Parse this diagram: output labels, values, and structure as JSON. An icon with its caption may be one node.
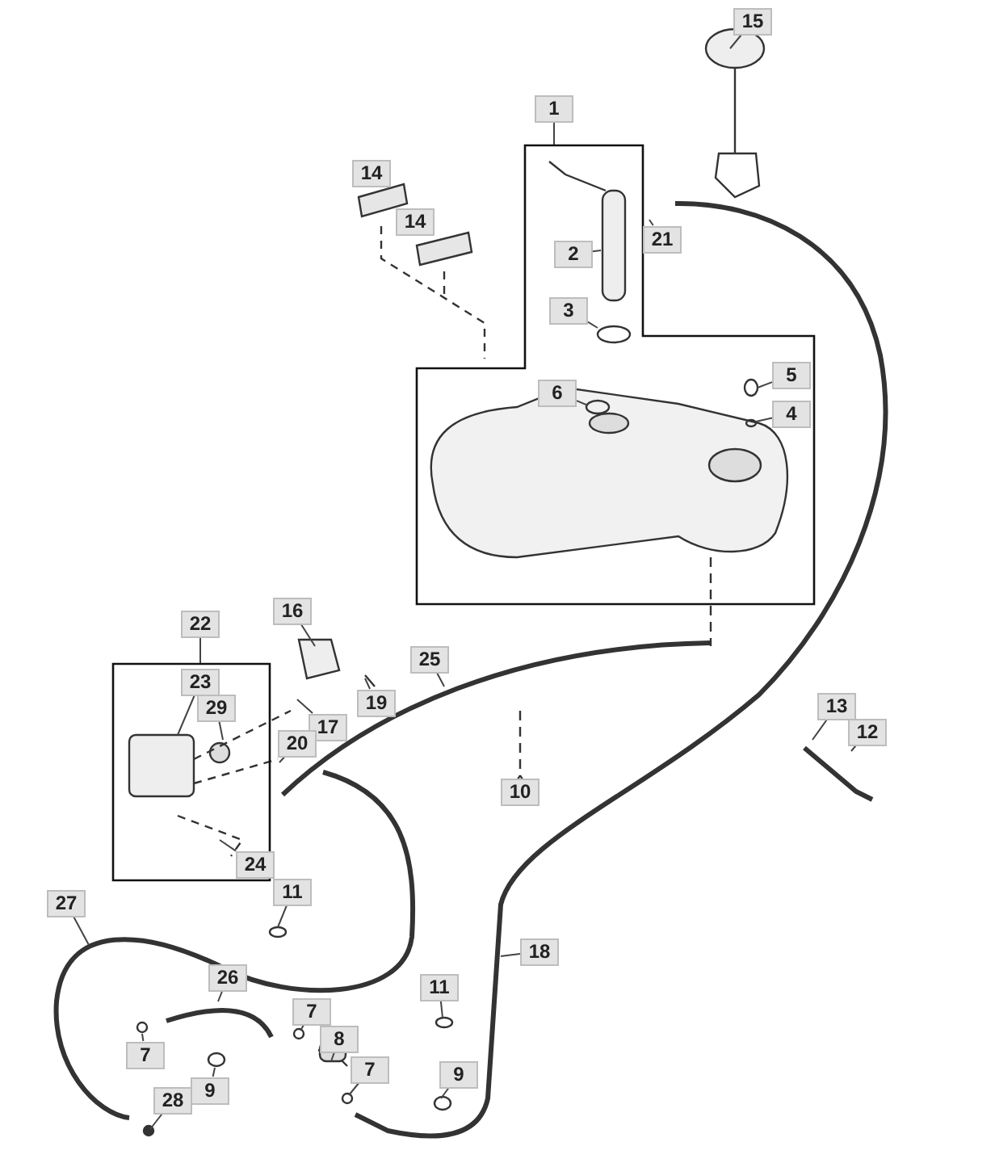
{
  "diagram": {
    "nodes": [
      {
        "text": [
          "15"
        ]
      },
      {
        "text": [
          "1"
        ]
      },
      {
        "text": [],
        "shape": "box"
      },
      {
        "text": [
          "14"
        ]
      },
      {
        "text": [
          "14"
        ]
      },
      {
        "text": [
          "21"
        ],
        "in": 2
      },
      {
        "text": [
          "2"
        ],
        "in": 2
      },
      {
        "text": [
          "3"
        ],
        "in": 2
      },
      {
        "text": [
          "5"
        ],
        "in": 2
      },
      {
        "text": [
          "6"
        ],
        "in": 2
      },
      {
        "text": [
          "4"
        ],
        "in": 2
      },
      {
        "text": [
          "16"
        ]
      },
      {
        "text": [
          "22"
        ]
      },
      {
        "text": [],
        "shape": "box"
      },
      {
        "text": [
          "25"
        ]
      },
      {
        "text": [
          "23"
        ],
        "in": 13
      },
      {
        "text": [
          "19"
        ]
      },
      {
        "text": [
          "29"
        ],
        "in": 13
      },
      {
        "text": [
          "17"
        ]
      },
      {
        "text": [
          "13"
        ]
      },
      {
        "text": [
          "12"
        ]
      },
      {
        "text": [
          "20"
        ]
      },
      {
        "text": [
          "10"
        ]
      },
      {
        "text": [
          "24"
        ],
        "in": 13
      },
      {
        "text": [
          "11"
        ]
      },
      {
        "text": [
          "27"
        ]
      },
      {
        "text": [
          "18"
        ]
      },
      {
        "text": [
          "26"
        ]
      },
      {
        "text": [
          "11"
        ]
      },
      {
        "text": [
          "7"
        ]
      },
      {
        "text": [
          "7"
        ]
      },
      {
        "text": [
          "8"
        ]
      },
      {
        "text": [
          "7"
        ]
      },
      {
        "text": [
          "9"
        ]
      },
      {
        "text": [
          "28"
        ]
      },
      {
        "text": [
          "9"
        ]
      }
    ],
    "edges": [
      {
        "from": 0,
        "to": null,
        "arrow": "none"
      },
      {
        "from": 1,
        "to": 2,
        "arrow": "none"
      },
      {
        "from": 5,
        "to": null,
        "arrow": "none"
      },
      {
        "from": 6,
        "to": null,
        "arrow": "none"
      },
      {
        "from": 7,
        "to": null,
        "arrow": "none"
      },
      {
        "from": 8,
        "to": null,
        "arrow": "none"
      },
      {
        "from": 9,
        "to": null,
        "arrow": "none"
      },
      {
        "from": 10,
        "to": null,
        "arrow": "none"
      },
      {
        "from": 11,
        "to": null,
        "arrow": "none"
      },
      {
        "from": 12,
        "to": 13,
        "arrow": "none"
      },
      {
        "from": 14,
        "to": null,
        "arrow": "none"
      },
      {
        "from": 15,
        "to": null,
        "arrow": "none"
      },
      {
        "from": 16,
        "to": null,
        "arrow": "none"
      },
      {
        "from": 17,
        "to": null,
        "arrow": "none"
      },
      {
        "from": 18,
        "to": null,
        "arrow": "none"
      },
      {
        "from": 19,
        "to": null,
        "arrow": "none"
      },
      {
        "from": 20,
        "to": null,
        "arrow": "none"
      },
      {
        "from": 21,
        "to": null,
        "arrow": "none"
      },
      {
        "from": 23,
        "to": null,
        "arrow": "none"
      },
      {
        "from": 24,
        "to": null,
        "arrow": "none"
      },
      {
        "from": 25,
        "to": null,
        "arrow": "none"
      },
      {
        "from": 26,
        "to": null,
        "arrow": "none"
      },
      {
        "from": 27,
        "to": null,
        "arrow": "none"
      },
      {
        "from": 28,
        "to": null,
        "arrow": "none"
      },
      {
        "from": 29,
        "to": null,
        "arrow": "none"
      },
      {
        "from": 30,
        "to": null,
        "arrow": "none"
      },
      {
        "from": 31,
        "to": null,
        "arrow": "none"
      },
      {
        "from": 32,
        "to": null,
        "arrow": "none"
      },
      {
        "from": 33,
        "to": null,
        "arrow": "none"
      },
      {
        "from": 34,
        "to": null,
        "arrow": "none"
      },
      {
        "from": 35,
        "to": null,
        "arrow": "none"
      }
    ]
  }
}
